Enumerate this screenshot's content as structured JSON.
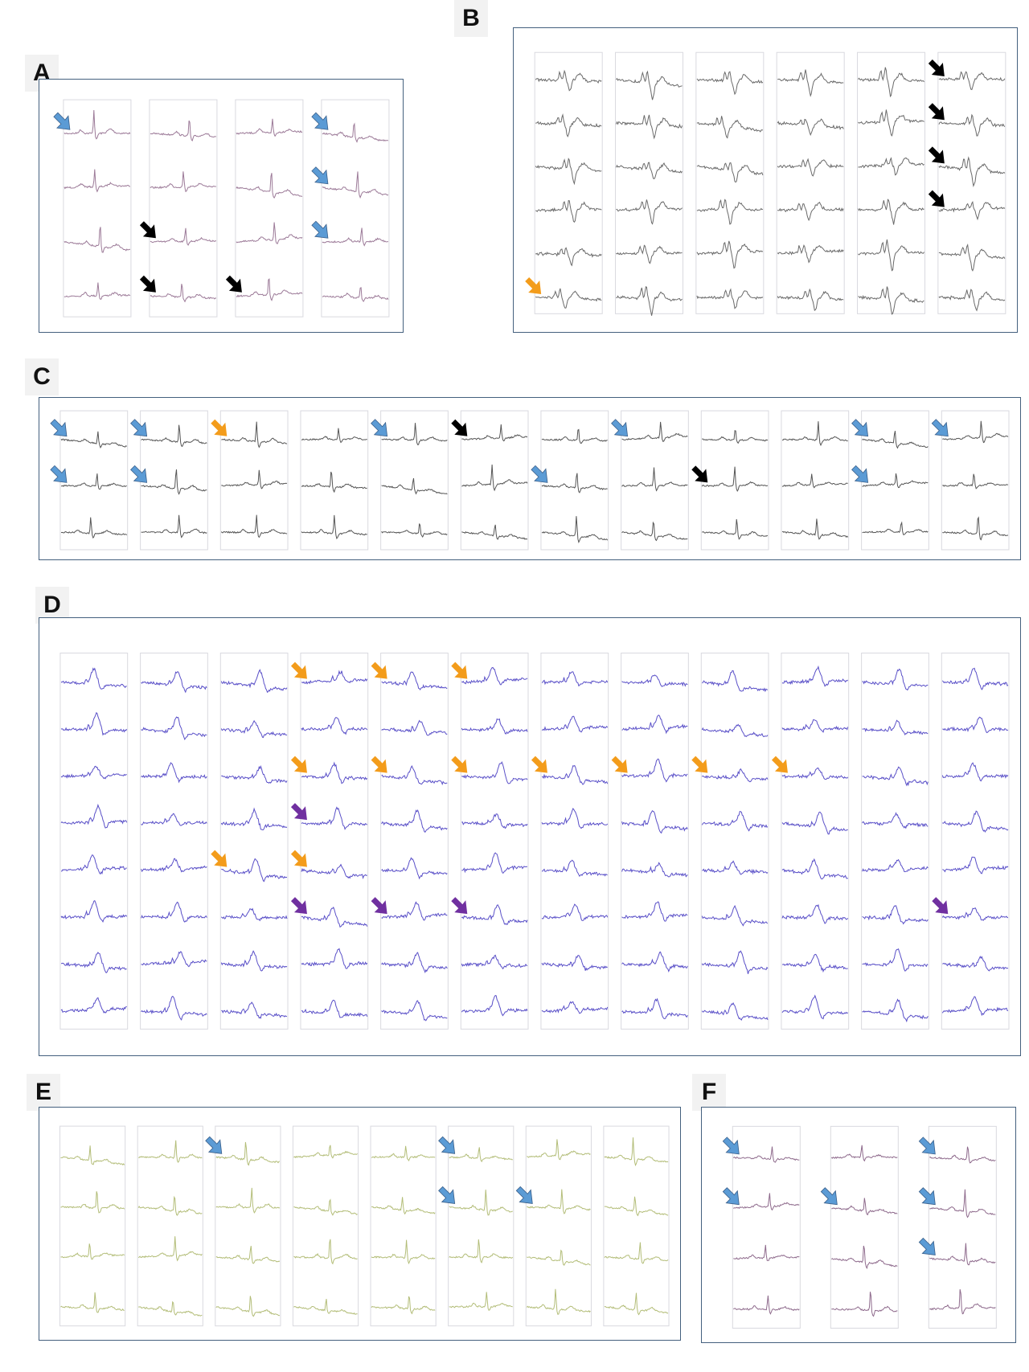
{
  "colors": {
    "blue_arrow": "#5b9bd5",
    "black_arrow": "#000000",
    "orange_arrow": "#f39c1b",
    "purple_arrow": "#7030a0"
  },
  "panels": [
    {
      "id": "A",
      "label": "A",
      "cols": 4,
      "rows": 4,
      "trace_color": "#9c7a98",
      "style": "spike",
      "arrows": [
        {
          "col": 0,
          "row": 0,
          "color": "blue"
        },
        {
          "col": 3,
          "row": 0,
          "color": "blue"
        },
        {
          "col": 3,
          "row": 1,
          "color": "blue"
        },
        {
          "col": 3,
          "row": 2,
          "color": "blue"
        },
        {
          "col": 1,
          "row": 2,
          "color": "black"
        },
        {
          "col": 1,
          "row": 3,
          "color": "black"
        },
        {
          "col": 2,
          "row": 3,
          "color": "black"
        }
      ]
    },
    {
      "id": "B",
      "label": "B",
      "cols": 6,
      "rows": 6,
      "trace_color": "#6a6a6a",
      "style": "biphasic",
      "arrows": [
        {
          "col": 5,
          "row": 0,
          "color": "black"
        },
        {
          "col": 5,
          "row": 1,
          "color": "black"
        },
        {
          "col": 5,
          "row": 2,
          "color": "black"
        },
        {
          "col": 5,
          "row": 3,
          "color": "black"
        },
        {
          "col": 0,
          "row": 5,
          "color": "orange"
        }
      ]
    },
    {
      "id": "C",
      "label": "C",
      "cols": 12,
      "rows": 3,
      "trace_color": "#555555",
      "style": "spike",
      "arrows": [
        {
          "col": 0,
          "row": 0,
          "color": "blue"
        },
        {
          "col": 0,
          "row": 1,
          "color": "blue"
        },
        {
          "col": 1,
          "row": 0,
          "color": "blue"
        },
        {
          "col": 1,
          "row": 1,
          "color": "blue"
        },
        {
          "col": 2,
          "row": 0,
          "color": "orange"
        },
        {
          "col": 4,
          "row": 0,
          "color": "blue"
        },
        {
          "col": 5,
          "row": 0,
          "color": "black"
        },
        {
          "col": 6,
          "row": 1,
          "color": "blue"
        },
        {
          "col": 7,
          "row": 0,
          "color": "blue"
        },
        {
          "col": 8,
          "row": 1,
          "color": "black"
        },
        {
          "col": 10,
          "row": 0,
          "color": "blue"
        },
        {
          "col": 10,
          "row": 1,
          "color": "blue"
        },
        {
          "col": 11,
          "row": 0,
          "color": "blue"
        }
      ]
    },
    {
      "id": "D",
      "label": "D",
      "cols": 12,
      "rows": 8,
      "trace_color": "#5a50c8",
      "style": "broad",
      "arrows": [
        {
          "col": 3,
          "row": 0,
          "color": "orange"
        },
        {
          "col": 4,
          "row": 0,
          "color": "orange"
        },
        {
          "col": 5,
          "row": 0,
          "color": "orange"
        },
        {
          "col": 3,
          "row": 2,
          "color": "orange"
        },
        {
          "col": 4,
          "row": 2,
          "color": "orange"
        },
        {
          "col": 5,
          "row": 2,
          "color": "orange"
        },
        {
          "col": 6,
          "row": 2,
          "color": "orange"
        },
        {
          "col": 7,
          "row": 2,
          "color": "orange"
        },
        {
          "col": 8,
          "row": 2,
          "color": "orange"
        },
        {
          "col": 9,
          "row": 2,
          "color": "orange"
        },
        {
          "col": 3,
          "row": 3,
          "color": "purple"
        },
        {
          "col": 2,
          "row": 4,
          "color": "orange"
        },
        {
          "col": 3,
          "row": 4,
          "color": "orange"
        },
        {
          "col": 3,
          "row": 5,
          "color": "purple"
        },
        {
          "col": 4,
          "row": 5,
          "color": "purple"
        },
        {
          "col": 5,
          "row": 5,
          "color": "purple"
        },
        {
          "col": 11,
          "row": 5,
          "color": "purple"
        }
      ]
    },
    {
      "id": "E",
      "label": "E",
      "cols": 8,
      "rows": 4,
      "trace_color": "#b3bd78",
      "style": "spike",
      "arrows": [
        {
          "col": 2,
          "row": 0,
          "color": "blue"
        },
        {
          "col": 5,
          "row": 0,
          "color": "blue"
        },
        {
          "col": 5,
          "row": 1,
          "color": "blue"
        },
        {
          "col": 6,
          "row": 1,
          "color": "blue"
        }
      ]
    },
    {
      "id": "F",
      "label": "F",
      "cols": 3,
      "rows": 4,
      "trace_color": "#8e6a8c",
      "style": "spike",
      "arrows": [
        {
          "col": 0,
          "row": 0,
          "color": "blue"
        },
        {
          "col": 0,
          "row": 1,
          "color": "blue"
        },
        {
          "col": 1,
          "row": 1,
          "color": "blue"
        },
        {
          "col": 2,
          "row": 0,
          "color": "blue"
        },
        {
          "col": 2,
          "row": 1,
          "color": "blue"
        },
        {
          "col": 2,
          "row": 2,
          "color": "blue"
        }
      ]
    }
  ]
}
